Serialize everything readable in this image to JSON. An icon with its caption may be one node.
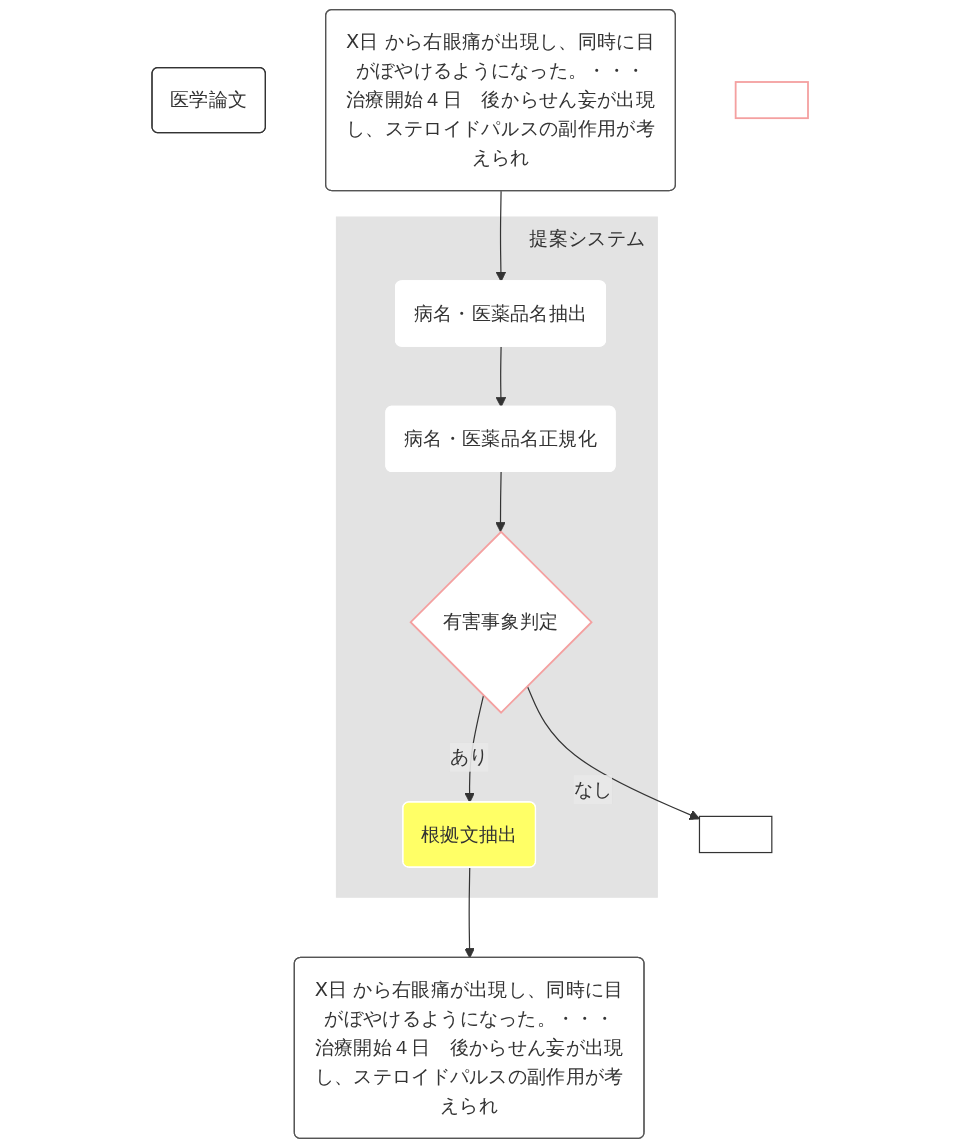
{
  "diagram": {
    "nodes": [
      {
        "text": [
          "医学論文"
        ]
      },
      {
        "text": [
          "X日 から右眼痛が出現し、同時に目がぼやけるようになった。・・・",
          "治療開始４日　後からせん妄が出現し、ステロイドパルスの副作用が考えられ"
        ]
      },
      {
        "text": [
          "提案システム"
        ]
      },
      {
        "text": [
          "病名・医薬品名抽出"
        ],
        "in": 2
      },
      {
        "text": [
          "病名・医薬品名正規化"
        ],
        "in": 2
      },
      {
        "text": [
          "有害事象判定"
        ],
        "in": 2
      },
      {
        "text": [
          "根拠文抽出"
        ],
        "in": 2
      },
      {
        "text": [],
        "shape": "box"
      },
      {
        "text": [
          "X日 から右眼痛が出現し、同時に目がぼやけるようになった。・・・",
          "治療開始４日　後からせん妄が出現し、ステロイドパルスの副作用が考えられ"
        ]
      },
      {
        "text": [],
        "shape": "box"
      }
    ],
    "edges": [
      {
        "from": 1,
        "to": 3,
        "arrow": "to"
      },
      {
        "from": 3,
        "to": 4,
        "arrow": "to"
      },
      {
        "from": 4,
        "to": 5,
        "arrow": "to"
      },
      {
        "from": 5,
        "to": 6,
        "label": "あり",
        "arrow": "to"
      },
      {
        "from": 6,
        "to": 8,
        "arrow": "to"
      },
      {
        "from": 5,
        "to": 9,
        "label": "なし",
        "arrow": "to"
      }
    ]
  }
}
